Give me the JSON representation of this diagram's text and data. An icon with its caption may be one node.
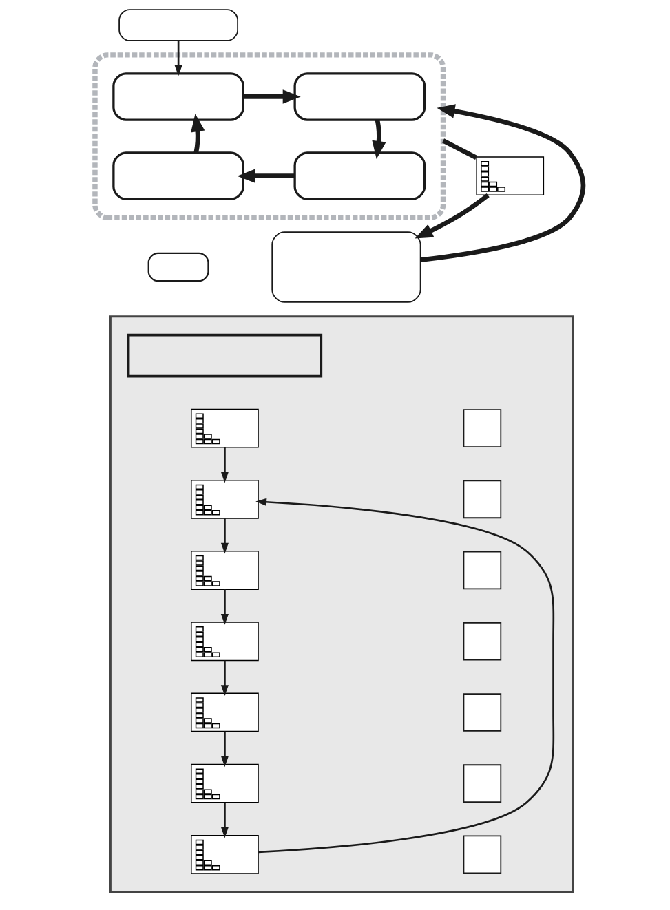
{
  "diagram": {
    "nodes": [
      {
        "text": [],
        "shape": "box"
      },
      {
        "text": [],
        "shape": "box"
      },
      {
        "text": [],
        "shape": "box",
        "in": 1
      },
      {
        "text": [],
        "shape": "box",
        "in": 1
      },
      {
        "text": [],
        "shape": "box",
        "in": 1
      },
      {
        "text": [],
        "shape": "box",
        "in": 1
      },
      {
        "text": [],
        "shape": "box"
      },
      {
        "text": [],
        "shape": "picture"
      },
      {
        "text": [],
        "shape": "box"
      },
      {
        "text": [],
        "shape": "box"
      },
      {
        "text": [],
        "shape": "box",
        "in": 9
      },
      {
        "text": [],
        "shape": "picture",
        "in": 9
      },
      {
        "text": [],
        "shape": "box",
        "in": 9
      },
      {
        "text": [],
        "shape": "picture",
        "in": 9
      },
      {
        "text": [],
        "shape": "box",
        "in": 9
      },
      {
        "text": [],
        "shape": "picture",
        "in": 9
      },
      {
        "text": [],
        "shape": "box",
        "in": 9
      },
      {
        "text": [],
        "shape": "picture",
        "in": 9
      },
      {
        "text": [],
        "shape": "box",
        "in": 9
      },
      {
        "text": [],
        "shape": "picture",
        "in": 9
      },
      {
        "text": [],
        "shape": "box",
        "in": 9
      },
      {
        "text": [],
        "shape": "picture",
        "in": 9
      },
      {
        "text": [],
        "shape": "box",
        "in": 9
      },
      {
        "text": [],
        "shape": "picture",
        "in": 9
      },
      {
        "text": [],
        "shape": "box",
        "in": 9
      }
    ],
    "edges": [
      {
        "from": 0,
        "to": 2,
        "arrow": "to"
      },
      {
        "from": 2,
        "to": 3,
        "arrow": "to",
        "style": "thick"
      },
      {
        "from": 3,
        "to": 5,
        "arrow": "to",
        "style": "thick"
      },
      {
        "from": 5,
        "to": 4,
        "arrow": "to",
        "style": "thick"
      },
      {
        "from": 4,
        "to": 2,
        "arrow": "to",
        "style": "thick"
      },
      {
        "from": 1,
        "to": 7,
        "arrow": "none",
        "style": "thick"
      },
      {
        "from": 7,
        "to": 8,
        "arrow": "to",
        "style": "thick"
      },
      {
        "from": 8,
        "to": 1,
        "arrow": "to",
        "style": "thick"
      },
      {
        "from": 11,
        "to": 13,
        "arrow": "to"
      },
      {
        "from": 13,
        "to": 15,
        "arrow": "to"
      },
      {
        "from": 15,
        "to": 17,
        "arrow": "to"
      },
      {
        "from": 17,
        "to": 19,
        "arrow": "to"
      },
      {
        "from": 19,
        "to": 21,
        "arrow": "to"
      },
      {
        "from": 21,
        "to": 23,
        "arrow": "to"
      },
      {
        "from": 23,
        "to": 13,
        "arrow": "to"
      }
    ]
  }
}
